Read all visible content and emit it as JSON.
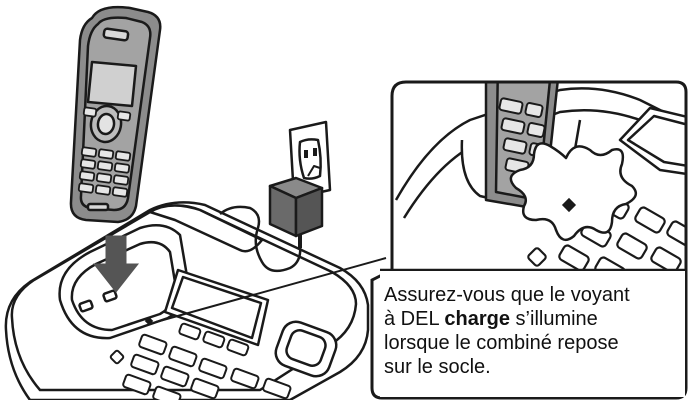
{
  "callout": {
    "line1": "Assurez-vous que le voyant",
    "line2_pre": "à DEL ",
    "line2_bold": "charge",
    "line2_post": " s’illumine",
    "line3": "lorsque le combiné repose",
    "line4": "sur le socle."
  },
  "colors": {
    "outline": "#1a1a1a",
    "handset_fill": "#8c8c8c",
    "arrow_fill": "#555555",
    "adapter_fill": "#6a6a6a",
    "background": "#ffffff"
  },
  "icons": {
    "handset": "cordless-handset",
    "base": "telephone-base",
    "adapter": "power-adapter",
    "outlet": "wall-outlet",
    "arrow": "down-arrow",
    "led": "charge-led"
  }
}
